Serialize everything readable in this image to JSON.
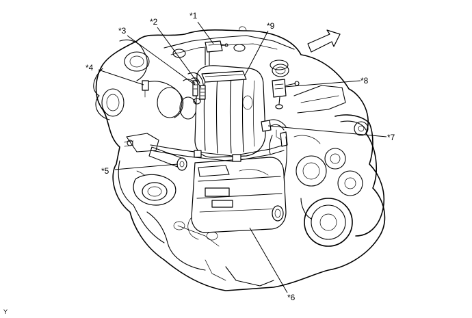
{
  "diagram": {
    "callouts": [
      {
        "id": "c1",
        "label": "*1"
      },
      {
        "id": "c2",
        "label": "*2"
      },
      {
        "id": "c3",
        "label": "*3"
      },
      {
        "id": "c4",
        "label": "*4"
      },
      {
        "id": "c5",
        "label": "*5"
      },
      {
        "id": "c6",
        "label": "*6"
      },
      {
        "id": "c7",
        "label": "*7"
      },
      {
        "id": "c8",
        "label": "*8"
      },
      {
        "id": "c9",
        "label": "*9"
      }
    ],
    "figure_id": "Y",
    "direction_arrow_icon": "front-direction-arrow-icon",
    "line_color": "#000000",
    "background_color": "#ffffff"
  }
}
